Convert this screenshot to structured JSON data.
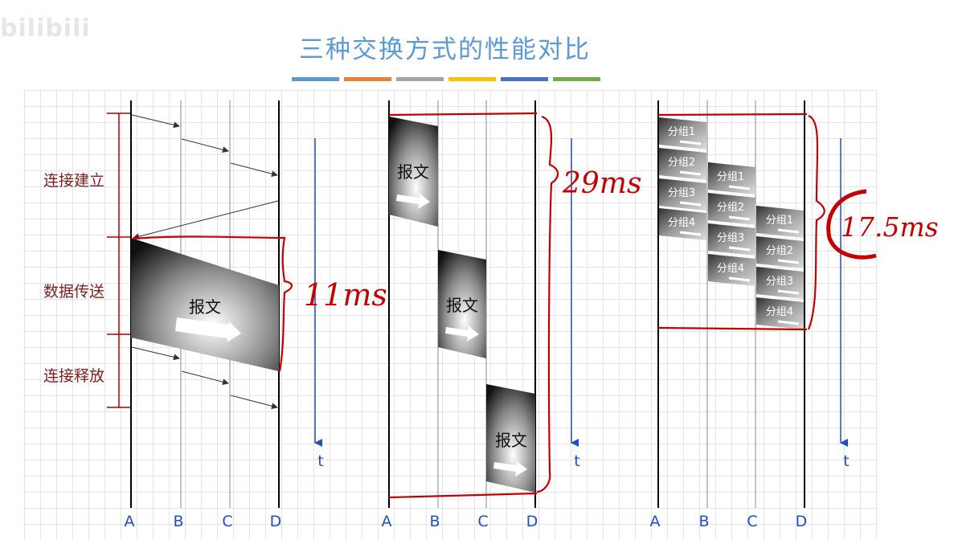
{
  "watermark": "bilibili",
  "title": "三种交换方式的性能对比",
  "color_strip": [
    "#5b9bd5",
    "#ed7d31",
    "#a5a5a5",
    "#ffc000",
    "#4472c4",
    "#70ad47"
  ],
  "node_labels": [
    "A",
    "B",
    "C",
    "D"
  ],
  "time_label": "t",
  "phases": [
    "连接建立",
    "数据传送",
    "连接释放"
  ],
  "message_label": "报文",
  "packet_labels": [
    "分组1",
    "分组2",
    "分组3",
    "分组4"
  ],
  "annotations": {
    "circuit": "11ms",
    "message": "29ms",
    "packet": "17.5ms"
  },
  "colors": {
    "node_label": "#1f4fc4",
    "phase_label": "#7f1c1c",
    "phase_bracket": "#b00000",
    "handwriting": "#c40000",
    "time_axis": "#1f4fc4"
  }
}
